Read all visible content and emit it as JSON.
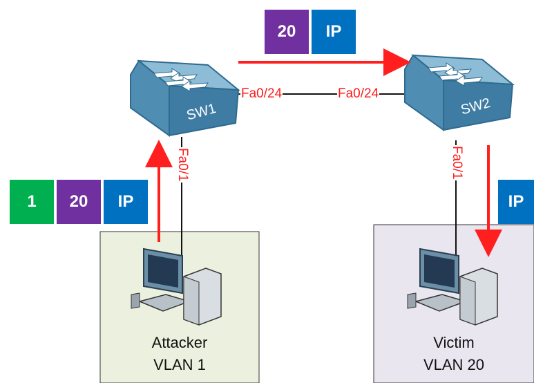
{
  "switches": {
    "sw1": {
      "label": "SW1"
    },
    "sw2": {
      "label": "SW2"
    }
  },
  "ports": {
    "sw1_trunk": "Fa0/24",
    "sw2_trunk": "Fa0/24",
    "sw1_access": "Fa0/1",
    "sw2_access": "Fa0/1"
  },
  "frames": {
    "trunk_frame": [
      {
        "text": "20",
        "color": "#7030a0"
      },
      {
        "text": "IP",
        "color": "#0070c0"
      }
    ],
    "attacker_frame": [
      {
        "text": "1",
        "color": "#00b050"
      },
      {
        "text": "20",
        "color": "#7030a0"
      },
      {
        "text": "IP",
        "color": "#0070c0"
      }
    ],
    "victim_frame": [
      {
        "text": "IP",
        "color": "#0070c0"
      }
    ]
  },
  "hosts": {
    "attacker": {
      "name": "Attacker",
      "vlan": "VLAN 1",
      "fill": "#ebf1de"
    },
    "victim": {
      "name": "Victim",
      "vlan": "VLAN 20",
      "fill": "#e9e6f0"
    }
  },
  "colors": {
    "arrow": "#ff1f1f",
    "switch_top": "#7fb3cf",
    "switch_side": "#3e7ca3",
    "link": "#111111"
  }
}
